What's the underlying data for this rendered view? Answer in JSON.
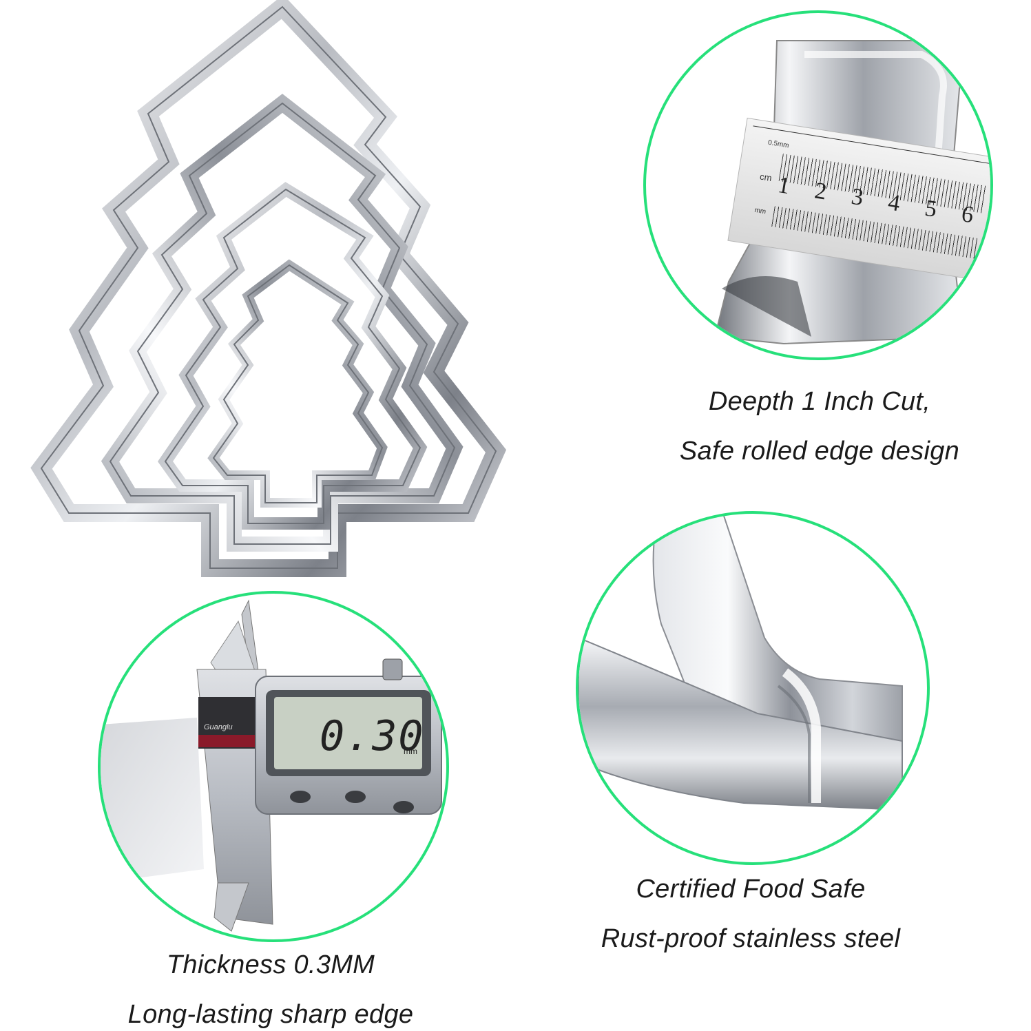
{
  "captions": {
    "depth_line1": "Deepth 1 Inch Cut,",
    "depth_line2": "Safe rolled edge design",
    "food_line1": "Certified Food Safe",
    "food_line2": "Rust-proof stainless steel",
    "thickness_line1": "Thickness 0.3MM",
    "thickness_line2": "Long-lasting sharp edge"
  },
  "ruler": {
    "unit_cm": "cm",
    "unit_mm": "mm",
    "unit_half": "0.5mm",
    "numbers": [
      "1",
      "2",
      "3",
      "4",
      "5",
      "6"
    ]
  },
  "caliper": {
    "reading": "0.30",
    "unit": "mm",
    "brand": "Guanglu"
  },
  "colors": {
    "circle_border": "#26e07a",
    "steel_light": "#f2f3f6",
    "steel_dark": "#5b5f66"
  },
  "icons": [
    "tree-cutter-set",
    "ruler",
    "caliper"
  ]
}
